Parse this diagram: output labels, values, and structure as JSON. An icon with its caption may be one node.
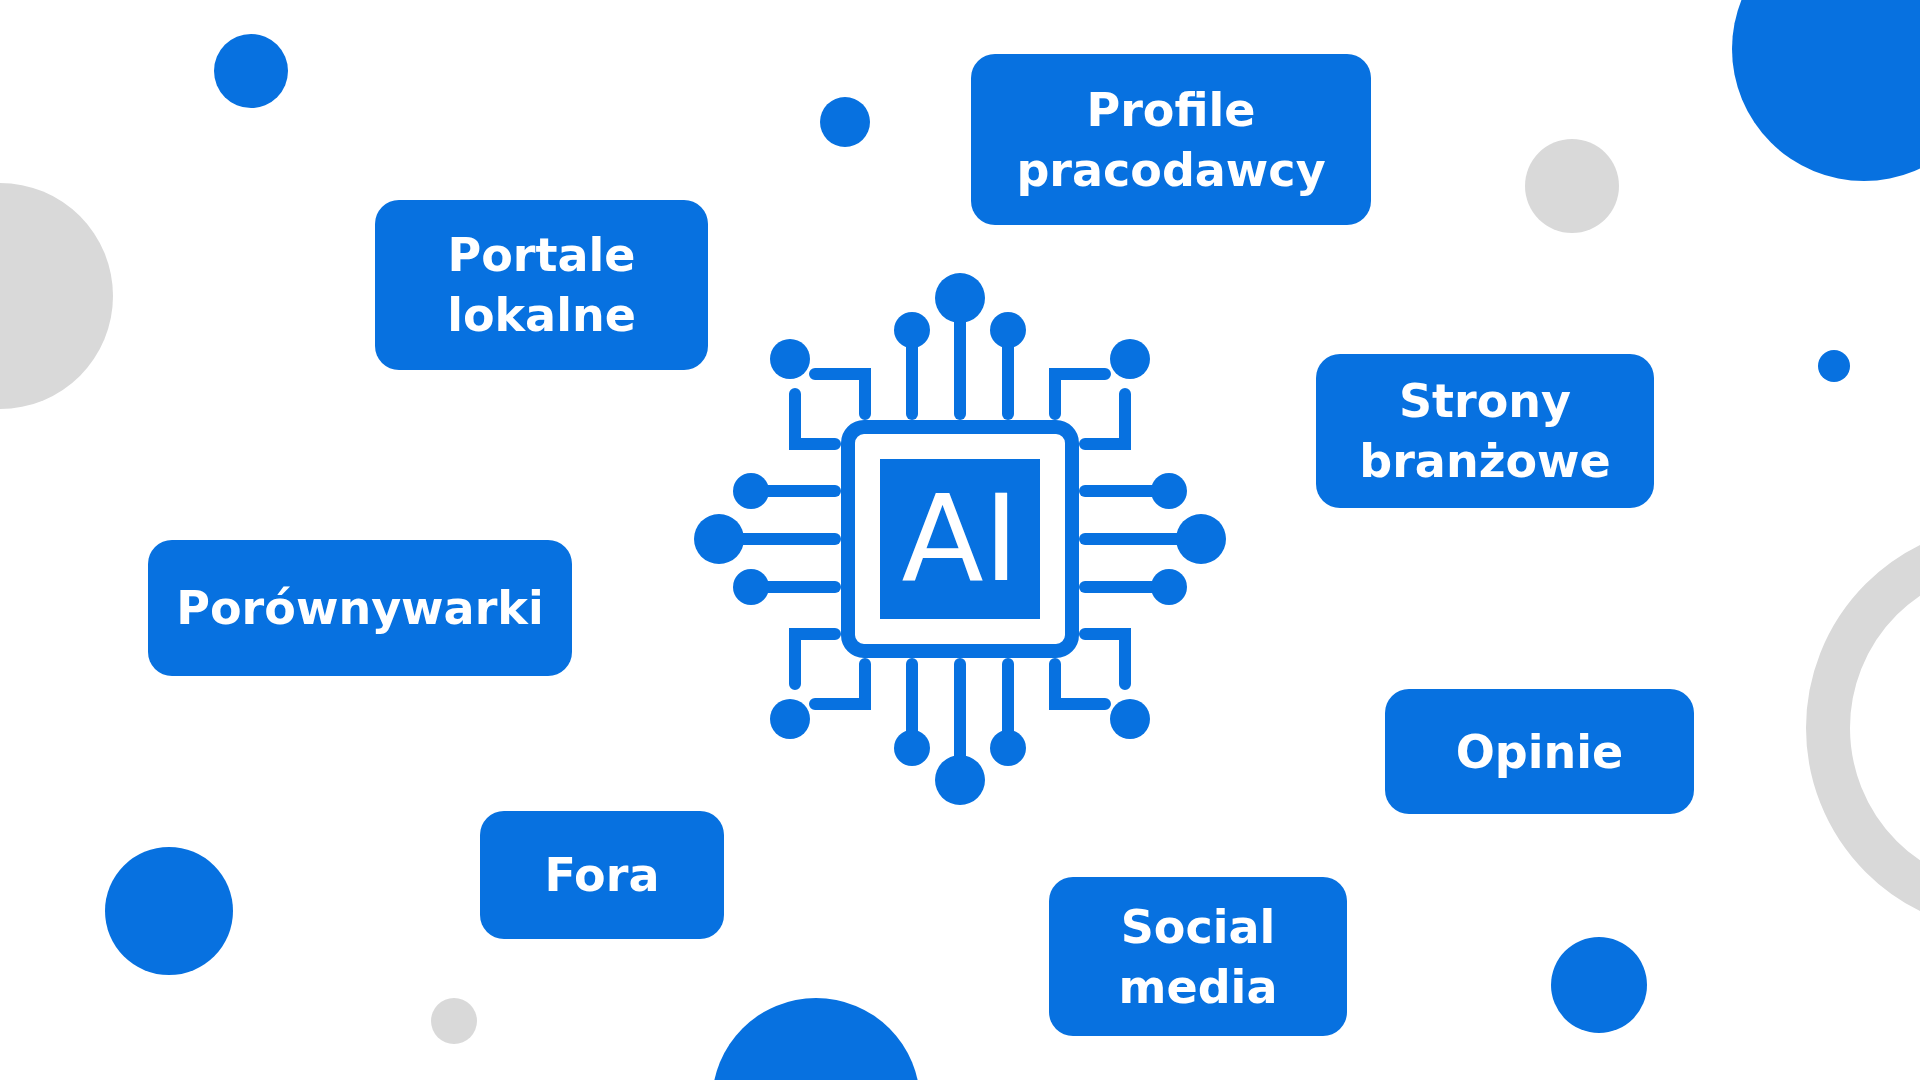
{
  "diagram": {
    "nodes": [
      {
        "text": [
          "Portale lokalne"
        ]
      },
      {
        "text": [
          "Profile pracodawcy"
        ]
      },
      {
        "text": [
          "Strony branżowe"
        ]
      },
      {
        "text": [
          "Porównywarki"
        ]
      },
      {
        "text": [
          "Opinie"
        ]
      },
      {
        "text": [
          "Fora"
        ]
      },
      {
        "text": [
          "Social media"
        ]
      }
    ],
    "labels": [
      "AI"
    ]
  }
}
